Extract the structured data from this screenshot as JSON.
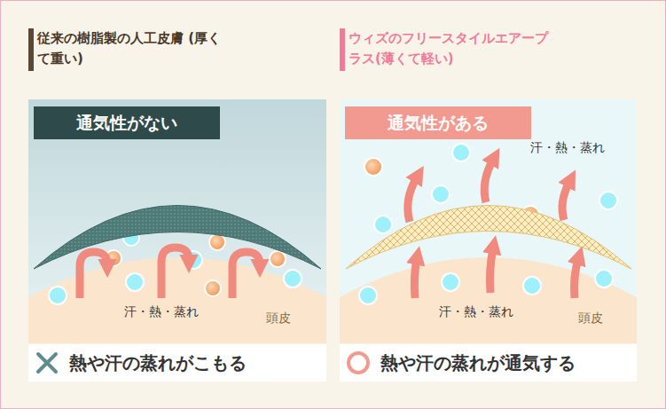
{
  "diagram": {
    "nodes": [
      {
        "text": [
          "従来の樹脂製の人工皮膚 (厚くて重い)"
        ]
      },
      {
        "text": [
          "通気性がない"
        ],
        "in": 0
      },
      {
        "text": [
          "熱や汗の蒸れがこもる"
        ],
        "in": 0
      },
      {
        "text": [
          "ウィズのフリースタイルエアープラス(薄くて軽い)"
        ]
      },
      {
        "text": [
          "通気性がある"
        ],
        "in": 3
      },
      {
        "text": [
          "熱や汗の蒸れが通気する"
        ],
        "in": 3
      }
    ],
    "labels": [
      "汗・熱・蒸れ",
      "頭皮",
      "汗・熱・蒸れ",
      "汗・熱・蒸れ",
      "頭皮"
    ]
  }
}
